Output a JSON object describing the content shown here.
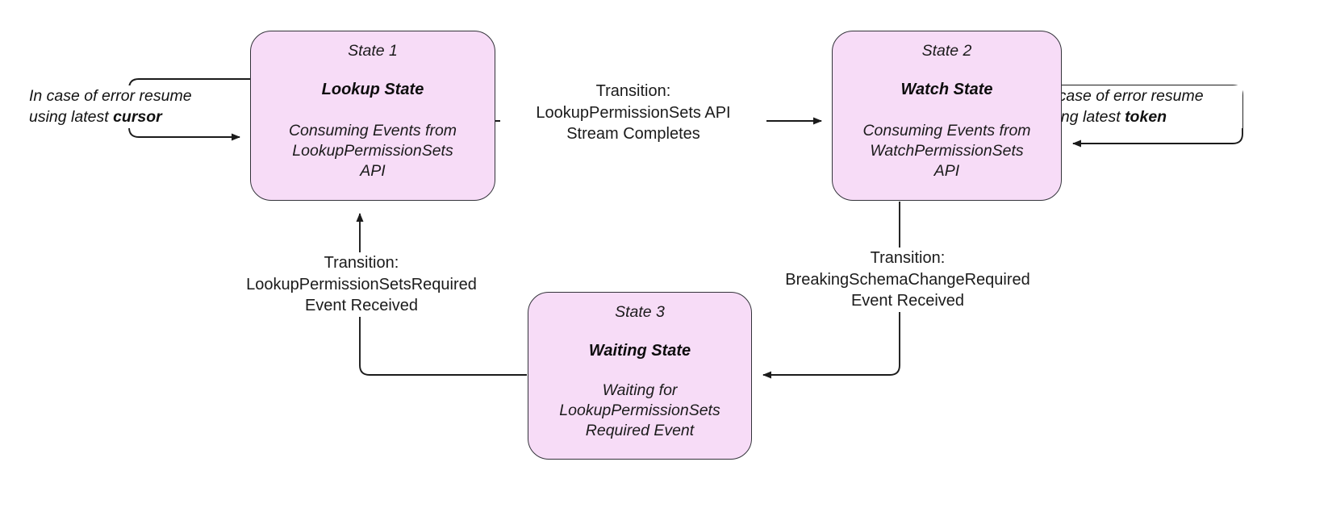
{
  "diagram": {
    "title": "Permission Sets Consumer State Machine",
    "colors": {
      "state_fill": "#f7dcf7",
      "state_border": "#33333a",
      "edge": "#1b1b1b",
      "text": "#1b1b1b",
      "background": "#ffffff"
    },
    "states": [
      {
        "id": "State 1",
        "title": "Lookup State",
        "description": "Consuming Events from\nLookupPermissionSets\nAPI"
      },
      {
        "id": "State 2",
        "title": "Watch State",
        "description": "Consuming Events from\nWatchPermissionSets\nAPI"
      },
      {
        "id": "State 3",
        "title": "Waiting State",
        "description": "Waiting for\nLookupPermissionSets\nRequired Event"
      }
    ],
    "transitions": [
      {
        "from": "State 1",
        "to": "State 2",
        "label": "Transition:\nLookupPermissionSets API\nStream Completes"
      },
      {
        "from": "State 3",
        "to": "State 1",
        "label": "Transition:\nLookupPermissionSetsRequired\nEvent Received"
      },
      {
        "from": "State 2",
        "to": "State 3",
        "label": "Transition:\nBreakingSchemaChangeRequired\nEvent Received"
      }
    ],
    "self_loops": [
      {
        "state": "State 1",
        "text_prefix": "In case of error resume\nusing latest ",
        "text_emphasis": "cursor",
        "full_text": "In case of error resume using latest cursor"
      },
      {
        "state": "State 2",
        "text_prefix": "In case of error resume\nusing latest ",
        "text_emphasis": "token",
        "full_text": "In case of error resume using latest token"
      }
    ]
  }
}
